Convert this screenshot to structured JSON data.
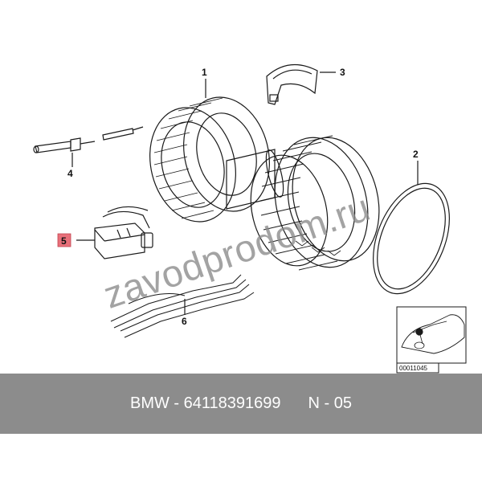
{
  "callouts": {
    "c1": "1",
    "c2": "2",
    "c3": "3",
    "c4": "4",
    "c5": "5",
    "c6": "6"
  },
  "callout_highlight_color": "#e8707a",
  "inset": {
    "reference_code": "00011045"
  },
  "watermark": {
    "text": "zavodprodom.ru"
  },
  "caption": {
    "part_number": "BMW - 64118391699",
    "section": "N - 05"
  },
  "colors": {
    "caption_bar": "#8c8c8c",
    "line_art": "#1a1a1a",
    "watermark": "#8a8a8a"
  }
}
